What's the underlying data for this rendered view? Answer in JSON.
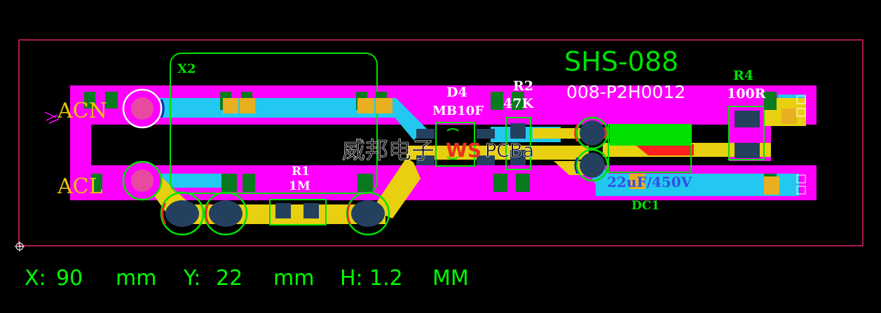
{
  "board": {
    "title": "SHS-088",
    "part_number": "008-P2H0012",
    "watermark_cn": "威邦电子",
    "watermark_ws": "WS",
    "watermark_pcba": "PCBa"
  },
  "components": {
    "x2": "X2",
    "d4": "D4",
    "d4_value": "MB10F",
    "r2": "R2",
    "r2_value": "47K",
    "r4": "R4",
    "r4_value": "100R",
    "r1": "R1",
    "r1_value": "1M",
    "cap_value": "22uF/450V",
    "cap_ref": "DC1",
    "acn": "ACN",
    "acl": "ACL"
  },
  "status": {
    "x_label": "X:",
    "x_value": "90",
    "x_unit": "mm",
    "y_label": "Y:",
    "y_value": "22",
    "y_unit": "mm",
    "h_label": "H:",
    "h_value": "1.2",
    "h_unit": "MM"
  },
  "colors": {
    "background": "#000000",
    "board_outline": "#e0206a",
    "copper_magenta": "#ff00ff",
    "trace_cyan": "#22c8f0",
    "trace_yellow": "#e8d010",
    "pad_dark": "#23415f",
    "silkscreen_green": "#00ff00",
    "text_yellow": "#e8c800",
    "text_white": "#ffffff",
    "red_trace": "#ff2020"
  }
}
